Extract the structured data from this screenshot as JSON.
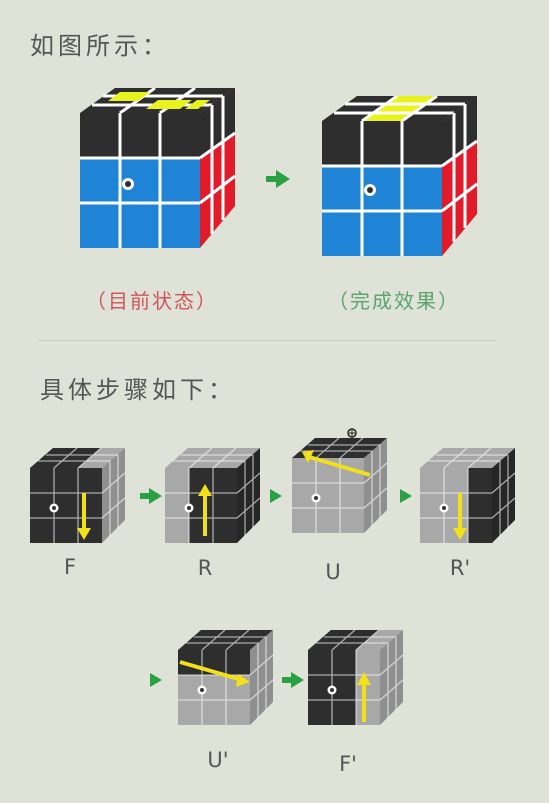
{
  "intro_heading": "如图所示：",
  "steps_heading": "具体步骤如下：",
  "state_labels": {
    "current": "（目前状态）",
    "target": "（完成效果）"
  },
  "moves": [
    "F",
    "R",
    "U",
    "R'",
    "U'",
    "F'"
  ],
  "colors": {
    "top_dark": "#2e2e2e",
    "top_yellow": "#e8f21c",
    "front_blue": "#1f84d6",
    "side_red": "#e21b2a",
    "gray": "#a8a8a8",
    "arrow_yellow": "#f2e01a",
    "pointer_green": "#2aa044"
  },
  "icons": {
    "step_arrow": "green-right-triangle",
    "cursor": "crosshair-circle"
  }
}
